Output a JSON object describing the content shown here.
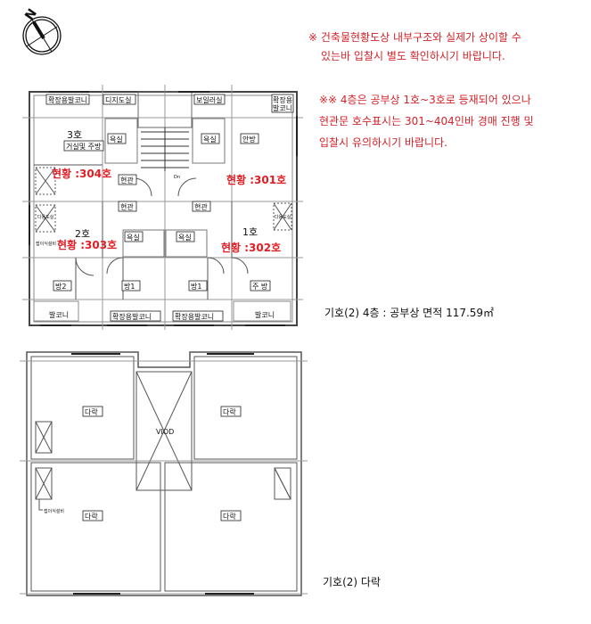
{
  "notices": {
    "note1_line1": "※ 건축물현황도상 내부구조와 실제가 상이할 수",
    "note1_line2": "있는바  입찰시 별도 확인하시기 바랍니다.",
    "note2_line1": "※※ 4층은 공부상 1호~3호로 등재되어 있으나",
    "note2_line2": "현관문 호수표시는 301~404인바  경매 진행 및",
    "note2_line3": "입찰시 유의하시기 바랍니다.",
    "color": "#d2232a"
  },
  "compass": {
    "label": "N",
    "icon": "north-arrow-icon"
  },
  "floor4": {
    "caption": "기호(2) 4층 : 공부상 면적 117.59㎡",
    "units": [
      {
        "name": "3호",
        "status": "현황 :304호"
      },
      {
        "name": "1호",
        "status": "현황 :301호"
      },
      {
        "name": "2호",
        "status": "현황 :303호"
      },
      {
        "name": "1호",
        "status": "현황 :302호"
      }
    ],
    "unit_labels": {
      "u3": "3호",
      "u2": "2호",
      "u1": "1호"
    },
    "status_labels": {
      "s304": "현황 :304호",
      "s301": "현황 :301호",
      "s303": "현황 :303호",
      "s302": "현황 :302호"
    },
    "rooms": {
      "ext_balcony_tl": "확장용발코니",
      "dress_room": "디지도실",
      "boiler_room": "보일러실",
      "ext_balcony_tr_1": "확장용",
      "ext_balcony_tr_2": "발코니",
      "living_kitchen": "거실및 주방",
      "bath_tl": "욕실",
      "bath_tr": "욕실",
      "anbang": "안방",
      "entrance_1": "현관",
      "entrance_2": "현관",
      "entrance_3": "현관",
      "entrance_4": "현관",
      "bath_bl": "욕실",
      "bath_br": "욕실",
      "dress_l": "다용도실",
      "dress_r": "다용도실",
      "room2": "방2",
      "room1a": "방1",
      "room1b": "방1",
      "kitchen": "주 방",
      "balcony_l": "발코니",
      "ext_balcony_bl": "확장용발코니",
      "ext_balcony_br": "확장용발코니",
      "balcony_r": "발코니",
      "up_label": "Dn",
      "tiny_label": "접이식설비"
    }
  },
  "attic": {
    "caption": "기호(2) 다락",
    "rooms": {
      "tl": "다락",
      "tr": "다락",
      "bl": "다락",
      "br": "다락",
      "void": "VIOD",
      "tiny": "접이식설비"
    }
  }
}
